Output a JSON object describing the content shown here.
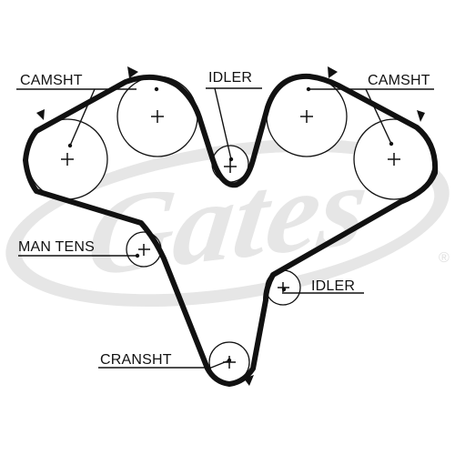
{
  "diagram": {
    "brand": "Gates",
    "trademark": "®",
    "labels": {
      "camshaft_left": "CAMSHT",
      "idler_top": "IDLER",
      "camshaft_right": "CAMSHT",
      "man_tens": "MAN TENS",
      "idler_right": "IDLER",
      "crankshaft": "CRANSHT"
    },
    "colors": {
      "line": "#111111",
      "watermark": "#e6e6e6",
      "background": "#ffffff"
    },
    "icons": {
      "pulley_center": "plus-cross",
      "rotation_marker": "triangle"
    }
  }
}
